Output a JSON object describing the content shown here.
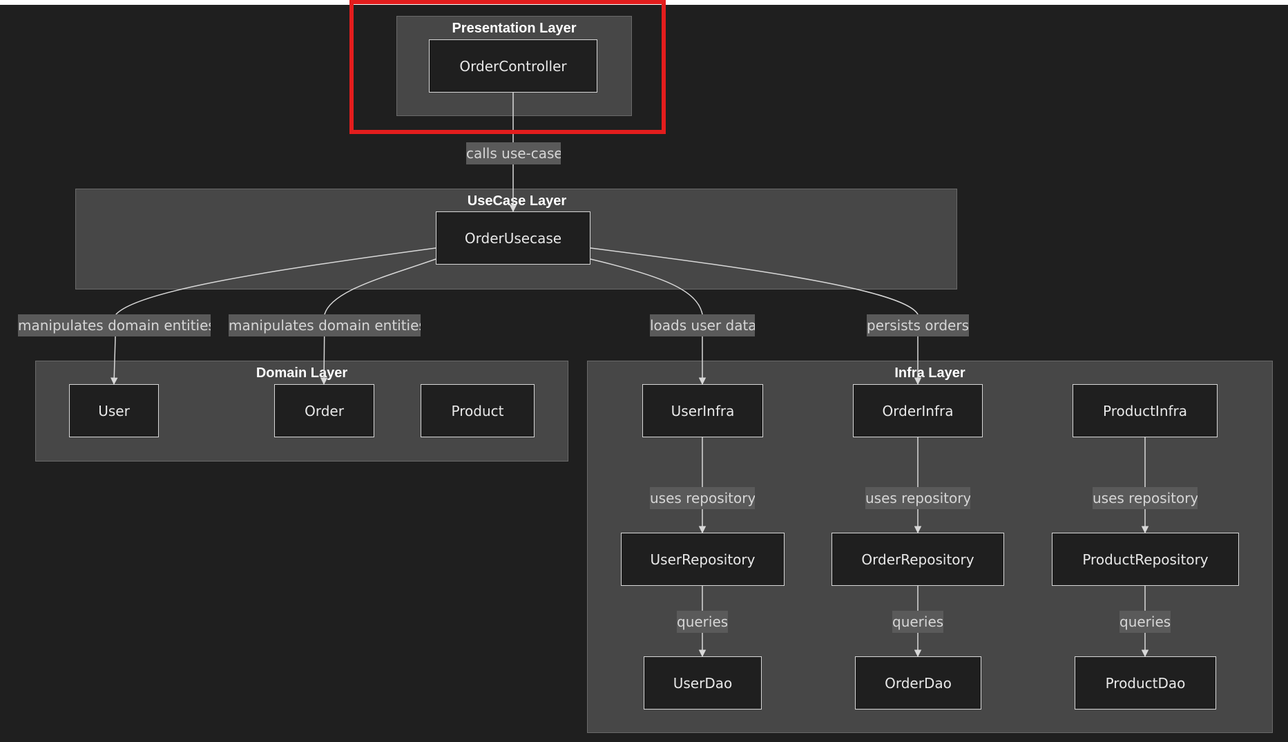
{
  "clusters": {
    "presentation": "Presentation Layer",
    "usecase": "UseCase Layer",
    "domain": "Domain Layer",
    "infra": "Infra Layer"
  },
  "nodes": {
    "order_controller": "OrderController",
    "order_usecase": "OrderUsecase",
    "user": "User",
    "order": "Order",
    "product": "Product",
    "user_infra": "UserInfra",
    "order_infra": "OrderInfra",
    "product_infra": "ProductInfra",
    "user_repository": "UserRepository",
    "order_repository": "OrderRepository",
    "product_repository": "ProductRepository",
    "user_dao": "UserDao",
    "order_dao": "OrderDao",
    "product_dao": "ProductDao"
  },
  "edges": {
    "calls_usecase": "calls use-case",
    "manipulates_user": "manipulates domain entities",
    "manipulates_order": "manipulates domain entities",
    "loads_user": "loads user data",
    "persists_orders": "persists orders",
    "user_uses_repo": "uses repository",
    "order_uses_repo": "uses repository",
    "product_uses_repo": "uses repository",
    "user_queries": "queries",
    "order_queries": "queries",
    "product_queries": "queries"
  },
  "colors": {
    "background": "#1f1f1f",
    "cluster_fill": "#474747",
    "node_border": "#d8d8d8",
    "edge_label_bg": "#5a5a5a",
    "highlight": "#e31d1d"
  }
}
